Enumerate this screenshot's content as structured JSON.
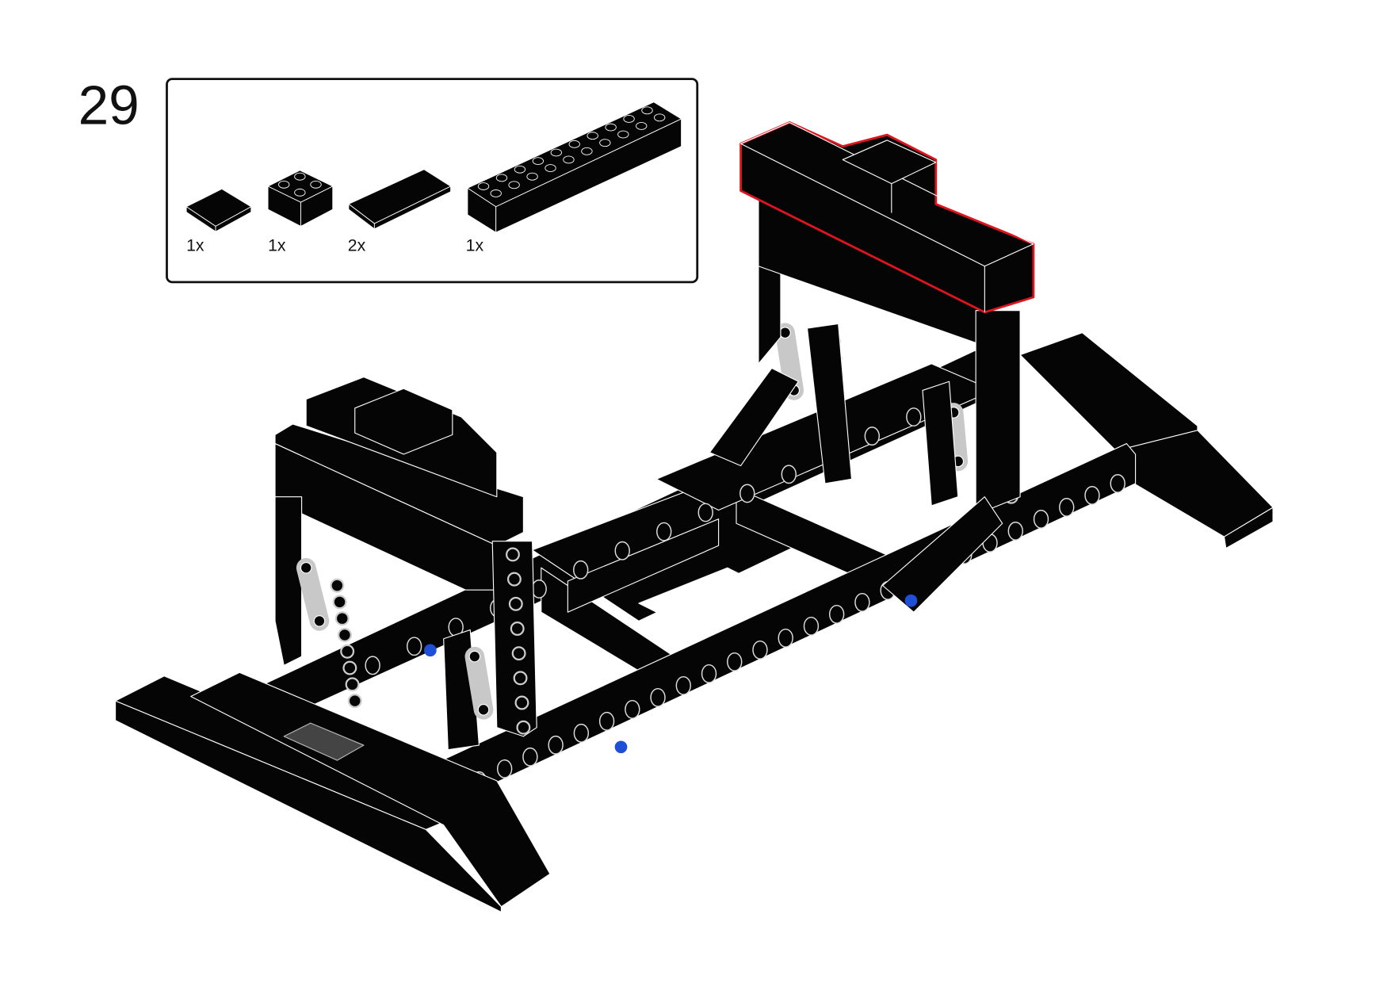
{
  "step": {
    "number": "29"
  },
  "parts_list": {
    "items": [
      {
        "part": "tile-2x2",
        "quantity": "1x"
      },
      {
        "part": "brick-2x2",
        "quantity": "1x"
      },
      {
        "part": "tile-2x4",
        "quantity": "2x"
      },
      {
        "part": "brick-2x10",
        "quantity": "1x"
      }
    ]
  },
  "colors": {
    "part": "#050505",
    "edge": "#ffffff",
    "highlight": "#e0141e",
    "technic_grey": "#c8c8c8",
    "pin_blue": "#1f4fd6"
  }
}
